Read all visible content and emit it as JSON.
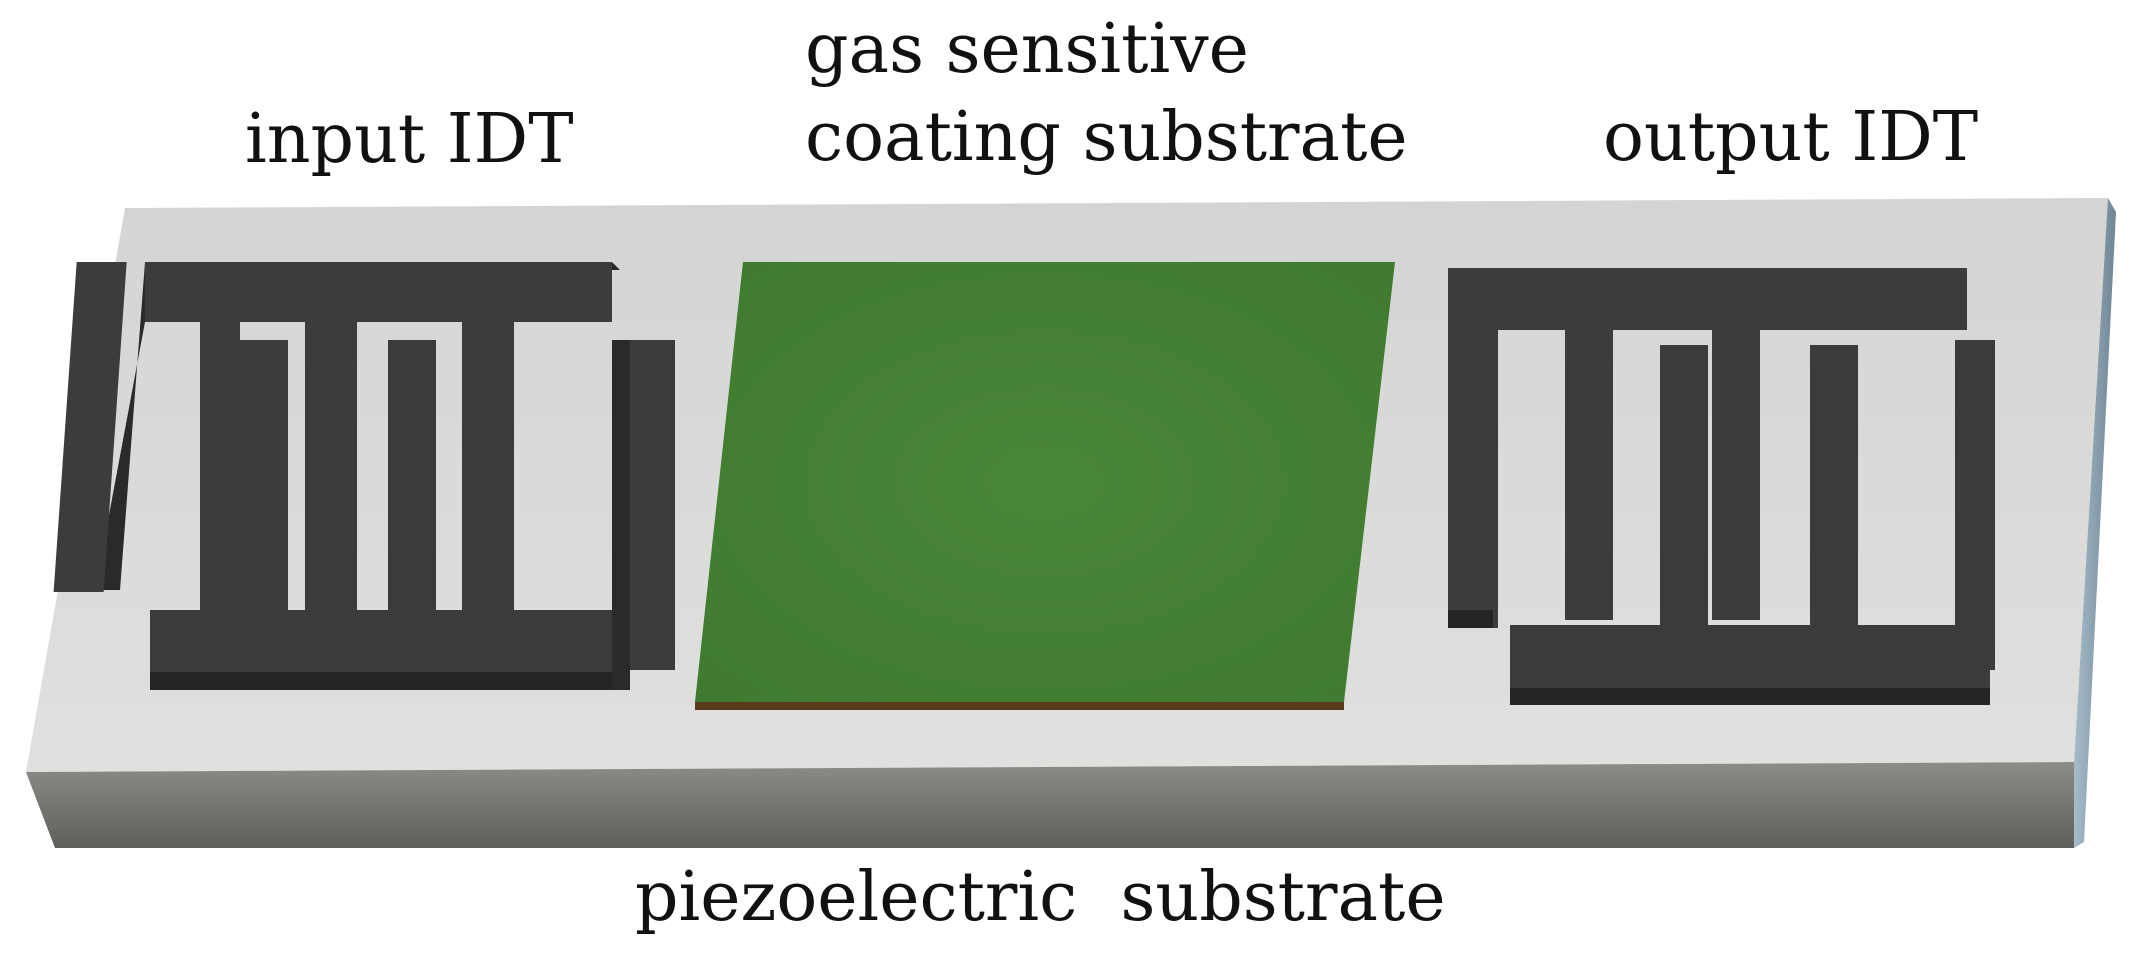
{
  "labels": {
    "input_idt": "input IDT",
    "coating_line1": "gas sensitive",
    "coating_line2": "coating substrate",
    "output_idt": "output IDT",
    "substrate": "piezoelectric  substrate"
  },
  "colors": {
    "substrate_top": "#dcdcda",
    "substrate_front": "#6f706c",
    "substrate_side": "#8ea3b1",
    "electrode_top": "#3a3b3b",
    "electrode_side": "#2a2a2a",
    "coating": "#4d8a3a",
    "coating_edge": "#5a3a1c"
  }
}
